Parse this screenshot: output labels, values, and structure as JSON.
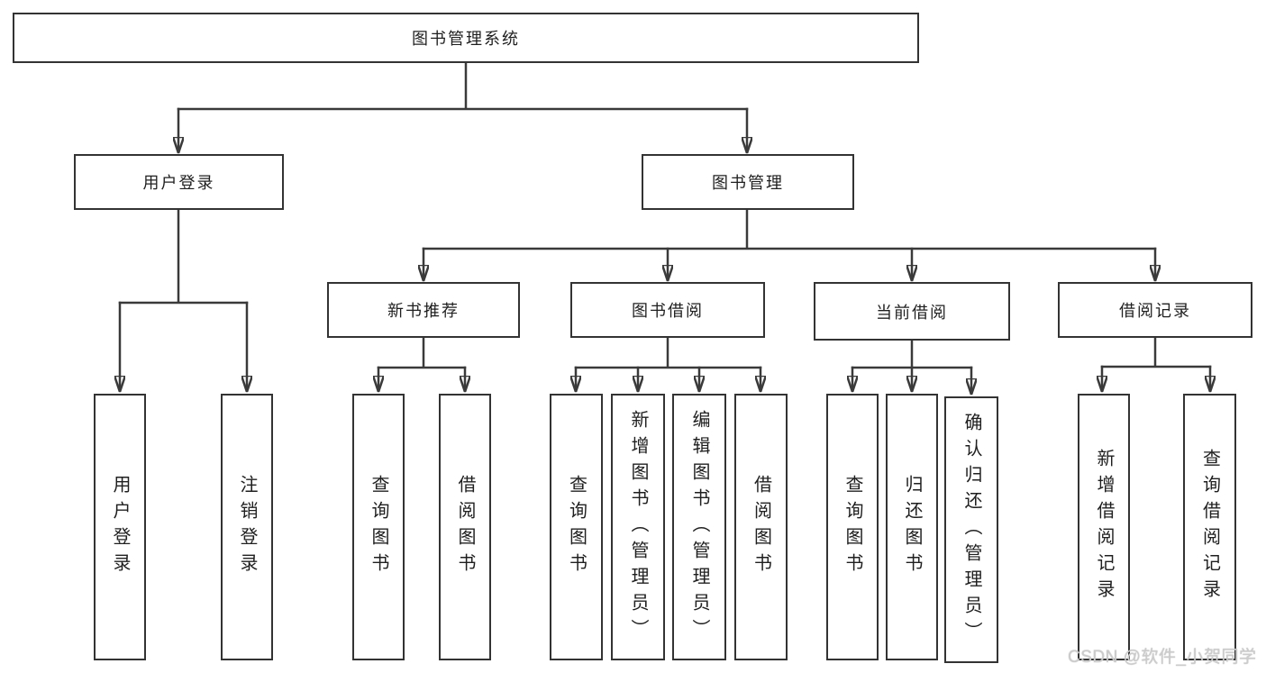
{
  "tree": {
    "label": "图书管理系统",
    "children": [
      {
        "label": "用户登录",
        "children": [
          {
            "label": "用户登录"
          },
          {
            "label": "注销登录"
          }
        ]
      },
      {
        "label": "图书管理",
        "children": [
          {
            "label": "新书推荐",
            "children": [
              {
                "label": "查询图书"
              },
              {
                "label": "借阅图书"
              }
            ]
          },
          {
            "label": "图书借阅",
            "children": [
              {
                "label": "查询图书"
              },
              {
                "label": "新增图书（管理员）"
              },
              {
                "label": "编辑图书（管理员）"
              },
              {
                "label": "借阅图书"
              }
            ]
          },
          {
            "label": "当前借阅",
            "children": [
              {
                "label": "查询图书"
              },
              {
                "label": "归还图书"
              },
              {
                "label": "确认归还（管理员）"
              }
            ]
          },
          {
            "label": "借阅记录",
            "children": [
              {
                "label": "新增借阅记录"
              },
              {
                "label": "查询借阅记录"
              }
            ]
          }
        ]
      }
    ]
  },
  "watermark": "CSDN @软件_小贺同学",
  "colors": {
    "line": "#3a3a3a",
    "box_border": "#333333",
    "box_fill": "#ffffff",
    "text": "#1f1f1f",
    "watermark": "#cccccc",
    "background": "#ffffff"
  }
}
